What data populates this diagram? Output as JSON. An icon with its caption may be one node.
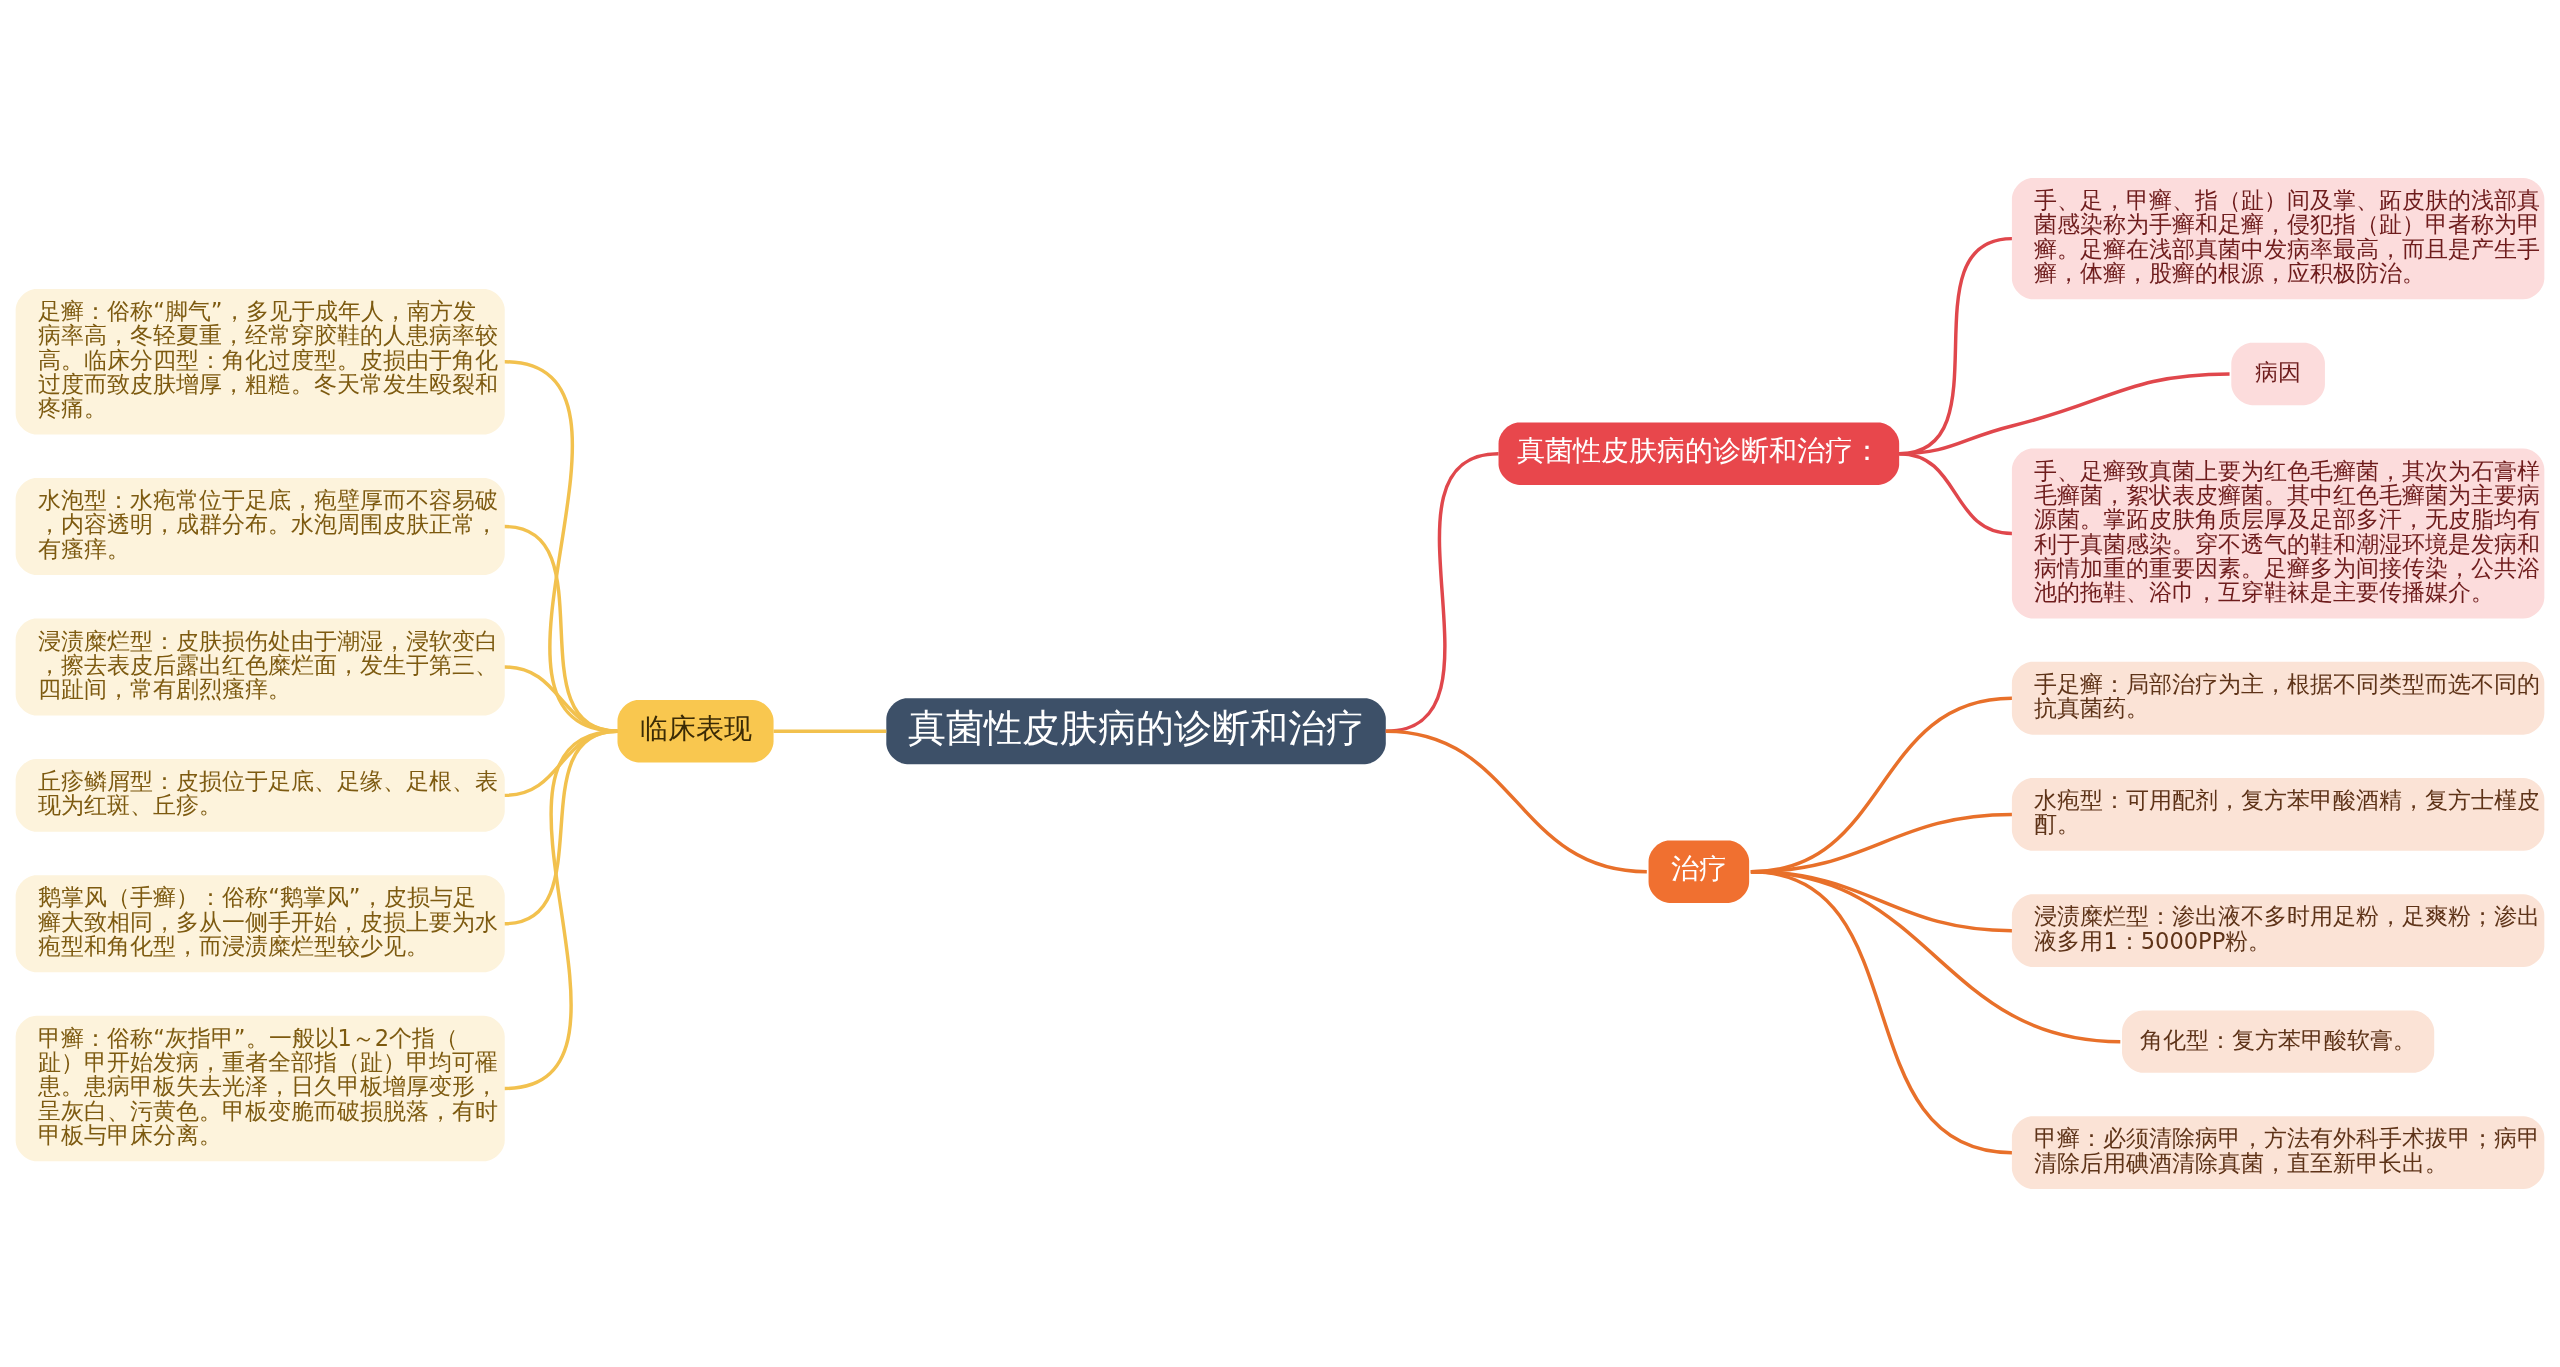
{
  "diagram": {
    "nodes": [
      {
        "text": [
          "真菌性皮肤病的诊断和治疗"
        ]
      },
      {
        "text": [
          "真菌性皮肤病的诊断和治疗："
        ]
      },
      {
        "text": [
          "手、足，甲癣、指（趾）间及掌、跖皮肤的浅部真菌感染称为手癣和足癣，侵犯指（趾）甲者称为甲癣。足癣在浅部真菌中发病率最高，而且是产生手癣，体癣，股癣的根源，应积极防治。"
        ]
      },
      {
        "text": [
          "病因"
        ]
      },
      {
        "text": [
          "手、足癣致真菌上要为红色毛癣菌，其次为石膏样毛癣菌，絮状表皮癣菌。其中红色毛癣菌为主要病源菌。掌跖皮肤角质层厚及足部多汗，无皮脂均有利于真菌感染。穿不透气的鞋和潮湿环境是发病和病情加重的重要因素。足癣多为间接传染，公共浴池的拖鞋、浴巾，互穿鞋袜是主要传播媒介。"
        ]
      },
      {
        "text": [
          "治疗"
        ]
      },
      {
        "text": [
          "手足癣：局部治疗为主，根据不同类型而选不同的抗真菌药。"
        ]
      },
      {
        "text": [
          "水疱型：可用配剂，复方苯甲酸酒精，复方士槿皮酊。"
        ]
      },
      {
        "text": [
          "浸渍糜烂型：渗出液不多时用足粉，足爽粉；渗出液多用1：5000PP粉。"
        ]
      },
      {
        "text": [
          "角化型：复方苯甲酸软膏。"
        ]
      },
      {
        "text": [
          "甲癣：必须清除病甲，方法有外科手术拔甲；病甲清除后用碘酒清除真菌，直至新甲长出。"
        ]
      },
      {
        "text": [
          "临床表现"
        ]
      },
      {
        "text": [
          "足癣：俗称“脚气”，多见于成年人，南方发病率高，冬轻夏重，经常穿胶鞋的人患病率较高。临床分四型：角化过度型。皮损由于角化过度而致皮肤增厚，粗糙。冬天常发生殴裂和疼痛。"
        ]
      },
      {
        "text": [
          "水泡型：水疱常位于足底，疱壁厚而不容易破，内容透明，成群分布。水泡周围皮肤正常，有瘙痒。"
        ]
      },
      {
        "text": [
          "浸渍糜烂型：皮肤损伤处由于潮湿，浸软变白，擦去表皮后露出红色糜烂面，发生于第三、四趾间，常有剧烈瘙痒。"
        ]
      },
      {
        "text": [
          "丘疹鳞屑型：皮损位于足底、足缘、足根、表现为红斑、丘疹。"
        ]
      },
      {
        "text": [
          "鹅掌风（手癣）：俗称“鹅掌风”，皮损与足癣大致相同，多从一侧手开始，皮损上要为水疱型和角化型，而浸渍糜烂型较少见。"
        ]
      },
      {
        "text": [
          "甲癣：俗称“灰指甲”。一般以1～2个指（趾）甲开始发病，重者全部指（趾）甲均可罹患。患病甲板失去光泽，日久甲板增厚变形，呈灰白、污黄色。甲板变脆而破损脱落，有时甲板与甲床分离。"
        ]
      }
    ],
    "edges": [
      {
        "from": 0,
        "to": 1,
        "arrow": "none",
        "color": "#e0474c"
      },
      {
        "from": 1,
        "to": 2,
        "arrow": "none",
        "color": "#e0474c"
      },
      {
        "from": 1,
        "to": 3,
        "arrow": "none",
        "color": "#e0474c"
      },
      {
        "from": 1,
        "to": 4,
        "arrow": "none",
        "color": "#e0474c"
      },
      {
        "from": 0,
        "to": 5,
        "arrow": "none",
        "color": "#e8702a"
      },
      {
        "from": 5,
        "to": 6,
        "arrow": "none",
        "color": "#e8702a"
      },
      {
        "from": 5,
        "to": 7,
        "arrow": "none",
        "color": "#e8702a"
      },
      {
        "from": 5,
        "to": 8,
        "arrow": "none",
        "color": "#e8702a"
      },
      {
        "from": 5,
        "to": 9,
        "arrow": "none",
        "color": "#e8702a"
      },
      {
        "from": 5,
        "to": 10,
        "arrow": "none",
        "color": "#e8702a"
      },
      {
        "from": 0,
        "to": 11,
        "arrow": "none"
      },
      {
        "from": 11,
        "to": 12,
        "arrow": "none"
      },
      {
        "from": 11,
        "to": 13,
        "arrow": "none"
      },
      {
        "from": 11,
        "to": 14,
        "arrow": "none"
      },
      {
        "from": 11,
        "to": 15,
        "arrow": "none"
      },
      {
        "from": 11,
        "to": 16,
        "arrow": "none"
      },
      {
        "from": 11,
        "to": 17,
        "arrow": "none"
      }
    ]
  }
}
